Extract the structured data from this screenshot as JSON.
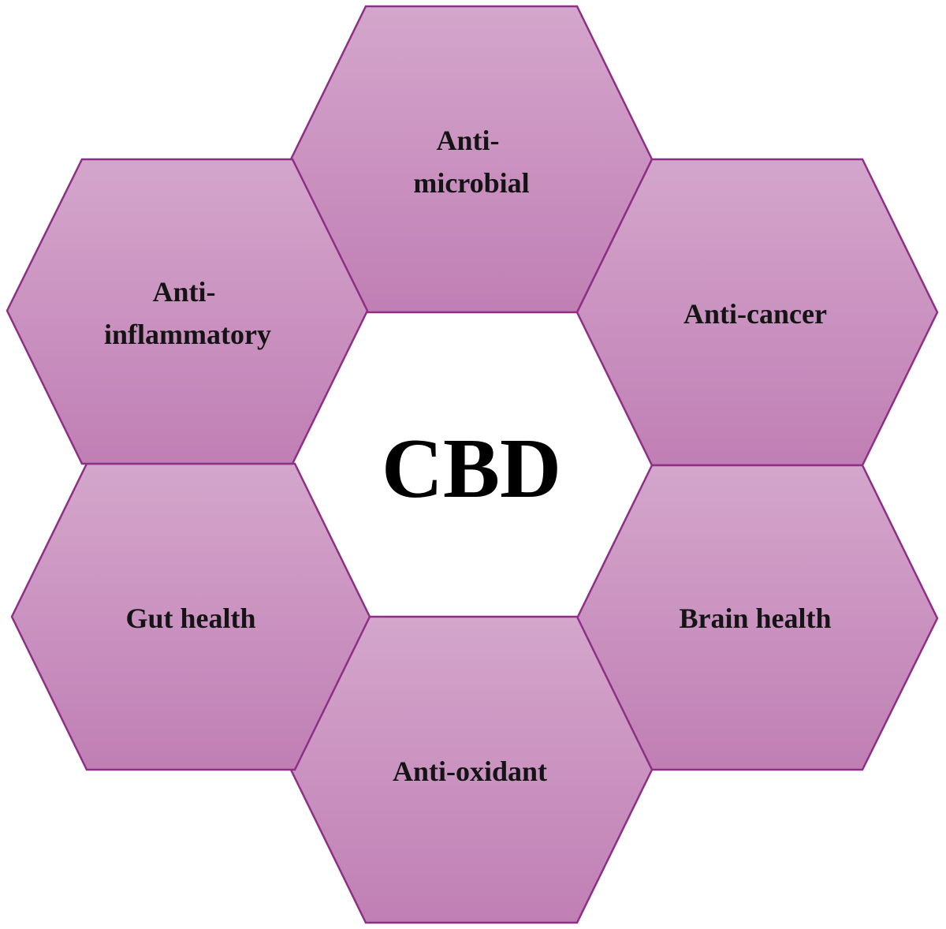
{
  "center": {
    "label": "CBD"
  },
  "hexagons": [
    {
      "id": "anti-microbial",
      "lines": [
        "Anti-",
        "microbial"
      ]
    },
    {
      "id": "anti-cancer",
      "lines": [
        "Anti-cancer"
      ]
    },
    {
      "id": "brain-health",
      "lines": [
        "Brain health"
      ]
    },
    {
      "id": "anti-oxidant",
      "lines": [
        "Anti-oxidant"
      ]
    },
    {
      "id": "gut-health",
      "lines": [
        "Gut health"
      ]
    },
    {
      "id": "anti-inflammatory",
      "lines": [
        "Anti-",
        "inflammatory"
      ]
    }
  ],
  "colors": {
    "hex_fill_light": "#d4a6cc",
    "hex_fill_dark": "#c07fb4",
    "hex_stroke": "#8e2f86",
    "text": "#141414",
    "center_text": "#000000",
    "background": "#ffffff"
  }
}
